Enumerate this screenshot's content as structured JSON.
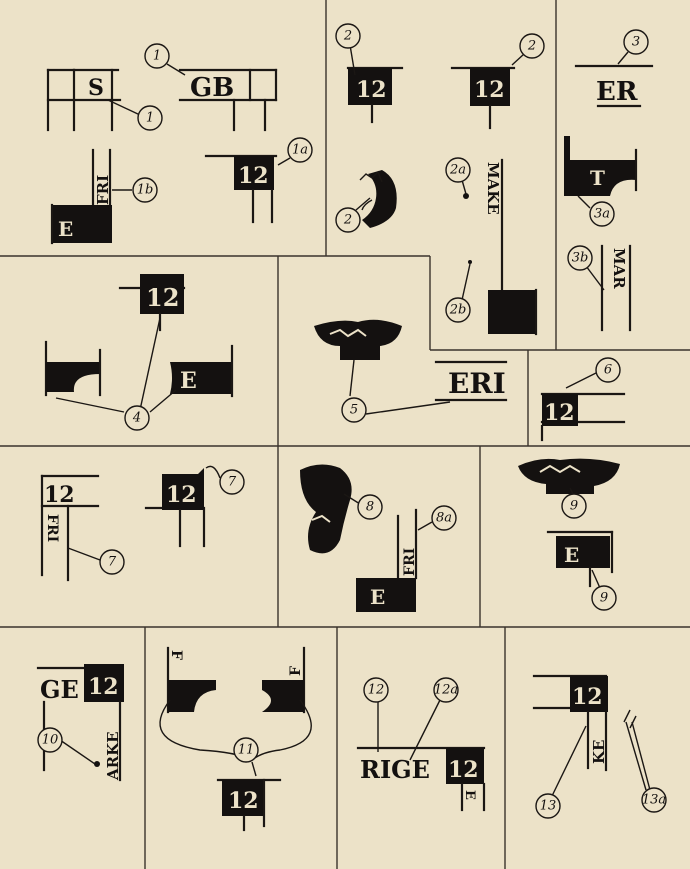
{
  "stamps": {
    "s": "S",
    "gb": "GB",
    "twelve": "12",
    "e": "E",
    "eri": "ERI",
    "er": "ER",
    "t": "T",
    "fri": "FRI",
    "make": "MAKE",
    "ke": "KE",
    "mar": "MAR",
    "ge": "GE",
    "arke": "ARKE",
    "rige": "RIGE",
    "f": "F"
  },
  "callouts": [
    "1",
    "1",
    "1a",
    "1b",
    "2",
    "2",
    "2",
    "2a",
    "2b",
    "3",
    "3a",
    "3b",
    "4",
    "5",
    "6",
    "7",
    "7",
    "8",
    "8a",
    "9",
    "9",
    "10",
    "11",
    "12",
    "12a",
    "13",
    "13a"
  ],
  "colors": {
    "paper": "#ece2c8",
    "ink": "#141110"
  }
}
